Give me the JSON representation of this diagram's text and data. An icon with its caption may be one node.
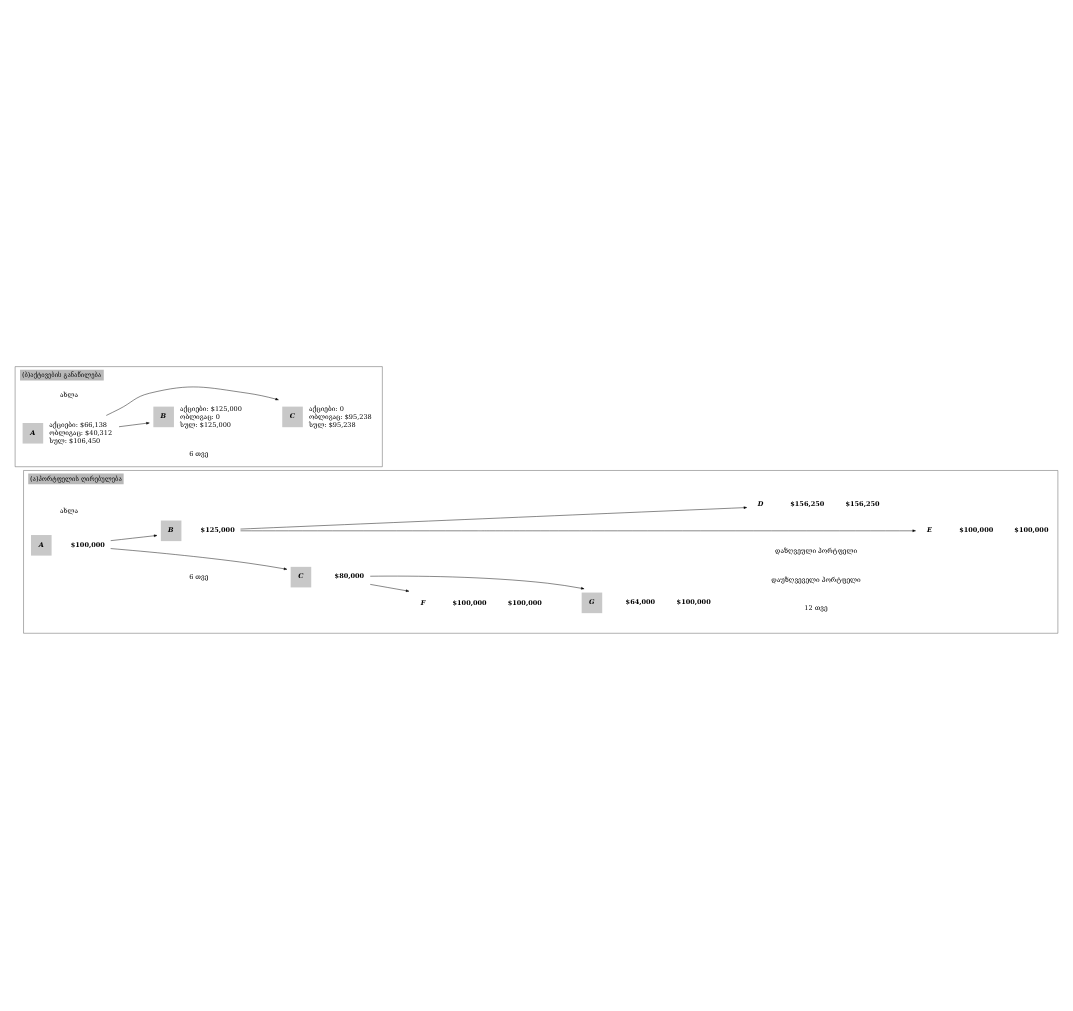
{
  "diagram": {
    "nodes": [
      {
        "text": [
          "(ა)პორტფელის ღირებულება"
        ]
      },
      {
        "text": [
          "A"
        ],
        "in": 0,
        "beside": [
          "$100,000"
        ]
      },
      {
        "text": [
          "B"
        ],
        "in": 0,
        "beside": [
          "$125,000"
        ]
      },
      {
        "text": [
          "C"
        ],
        "in": 0,
        "beside": [
          "$80,000"
        ]
      },
      {
        "text": [
          "D"
        ],
        "in": 0,
        "beside": [
          "$156,250",
          "$156,250"
        ]
      },
      {
        "text": [
          "E"
        ],
        "in": 0,
        "beside": [
          "$100,000",
          "$100,000"
        ]
      },
      {
        "text": [
          "F"
        ],
        "in": 0,
        "beside": [
          "$100,000",
          "$100,000"
        ]
      },
      {
        "text": [
          "G"
        ],
        "in": 0,
        "beside": [
          "$64,000",
          "$100,000"
        ]
      },
      {
        "text": [
          "(ბ)აქტივების განაწილება"
        ]
      },
      {
        "text": [
          "A"
        ],
        "in": 8,
        "beside": [
          "აქციები: $66,138",
          "ობლიგაც: $40,312",
          "სულ: $106,450"
        ]
      },
      {
        "text": [
          "B"
        ],
        "in": 8,
        "beside": [
          "აქციები: $125,000",
          "ობლიგაც: 0",
          "სულ: $125,000"
        ]
      },
      {
        "text": [
          "C"
        ],
        "in": 8,
        "beside": [
          "აქციები: 0",
          "ობლიგაც: $95,238",
          "სულ: $95,238"
        ]
      }
    ],
    "edges": [
      {
        "from": 1,
        "to": 2,
        "arrow": "to"
      },
      {
        "from": 1,
        "to": 3,
        "arrow": "to"
      },
      {
        "from": 2,
        "to": 4,
        "arrow": "to"
      },
      {
        "from": 2,
        "to": 5,
        "arrow": "to"
      },
      {
        "from": 3,
        "to": 6,
        "arrow": "to"
      },
      {
        "from": 3,
        "to": 7,
        "arrow": "to"
      },
      {
        "from": 9,
        "to": 10,
        "arrow": "to"
      },
      {
        "from": 9,
        "to": 11,
        "arrow": "to"
      }
    ],
    "labels": [
      "დაუზღვეველი პორტფელი",
      "დაზღვეული პორტფელი",
      "ახლა",
      "6 თვე",
      "12 თვე",
      "ახლა",
      "6 თვე"
    ]
  }
}
